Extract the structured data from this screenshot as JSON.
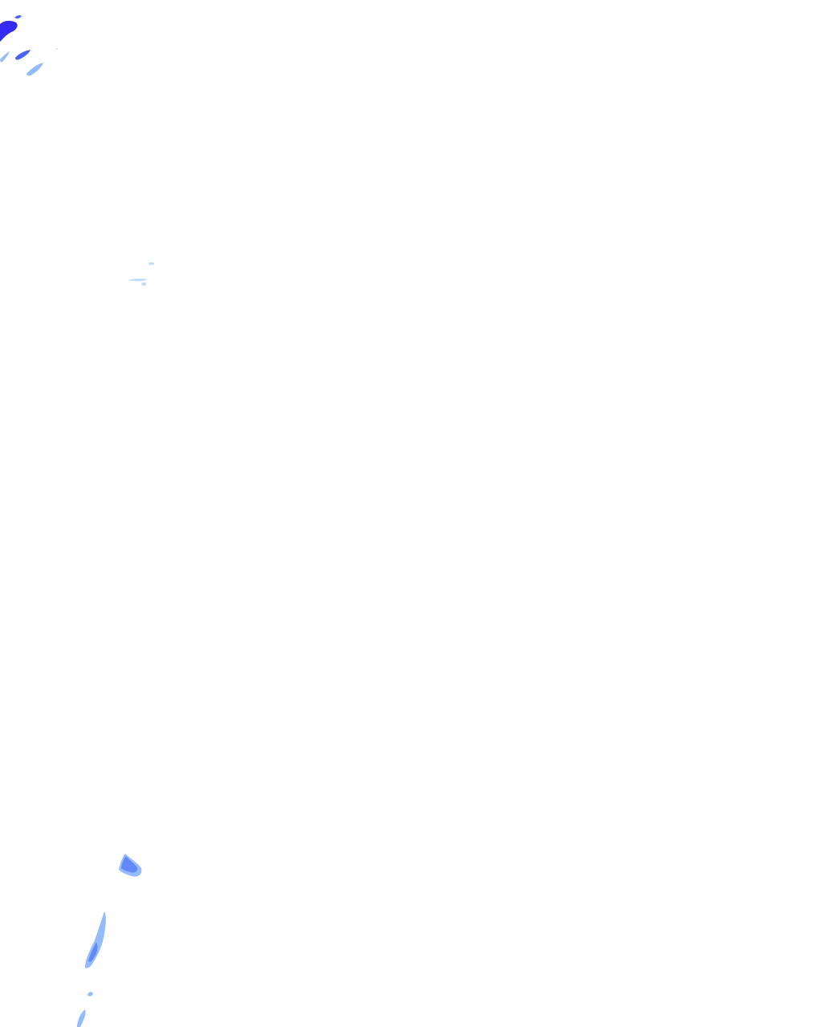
{
  "map": {
    "background_color": "#ffffff",
    "palette": {
      "intense": "#2a1ff0",
      "strong": "#3e5cf2",
      "moderate": "#5f86f4",
      "light": "#8fb8fa",
      "faint": "#bcd8fd"
    },
    "cells": [
      {
        "id": "nw-core",
        "intensity": "intense"
      },
      {
        "id": "nw-wisp-1",
        "intensity": "strong"
      },
      {
        "id": "nw-streak",
        "intensity": "strong"
      },
      {
        "id": "nw-streak-tail",
        "intensity": "light"
      },
      {
        "id": "nw-fleck",
        "intensity": "faint"
      },
      {
        "id": "nw-lower-streak",
        "intensity": "light"
      },
      {
        "id": "mid-speck-1",
        "intensity": "faint"
      },
      {
        "id": "mid-speck-2",
        "intensity": "faint"
      },
      {
        "id": "mid-speck-3",
        "intensity": "faint"
      },
      {
        "id": "sw-cell",
        "intensity": "moderate"
      },
      {
        "id": "sw-cell-halo",
        "intensity": "light"
      },
      {
        "id": "sw-band",
        "intensity": "light"
      },
      {
        "id": "sw-band-core",
        "intensity": "moderate"
      },
      {
        "id": "sw-dot",
        "intensity": "light"
      },
      {
        "id": "sw-tail",
        "intensity": "light"
      }
    ]
  }
}
